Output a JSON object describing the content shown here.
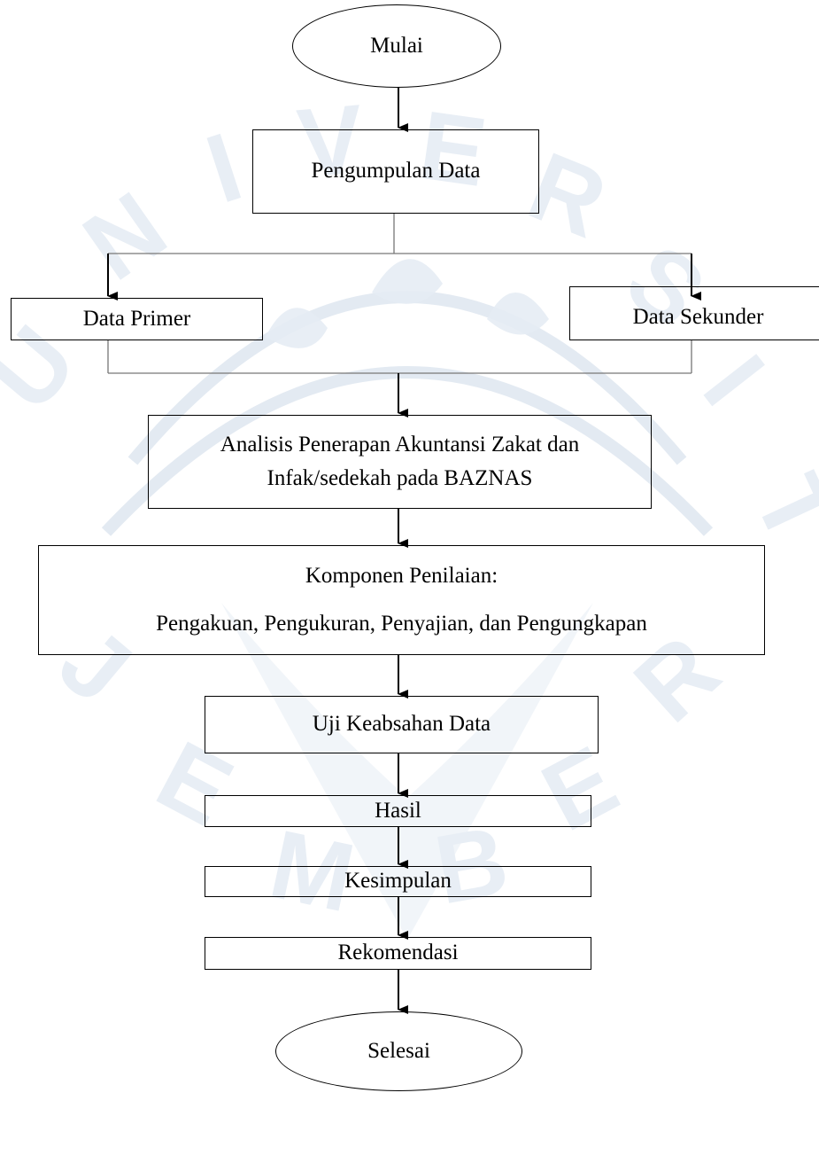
{
  "flowchart": {
    "start": "Mulai",
    "collect": "Pengumpulan Data",
    "primary": "Data Primer",
    "secondary": "Data Sekunder",
    "analysis": {
      "line1": "Analisis Penerapan Akuntansi Zakat dan",
      "line2": "Infak/sedekah pada BAZNAS"
    },
    "components": {
      "title": "Komponen Penilaian:",
      "items": "Pengakuan, Pengukuran, Penyajian, dan Pengungkapan"
    },
    "validity": "Uji Keabsahan Data",
    "result": "Hasil",
    "conclusion": "Kesimpulan",
    "recommendation": "Rekomendasi",
    "end": "Selesai"
  },
  "watermark": {
    "text": "UNIVERSITAS JEMBER",
    "color": "#dfe7f0"
  }
}
